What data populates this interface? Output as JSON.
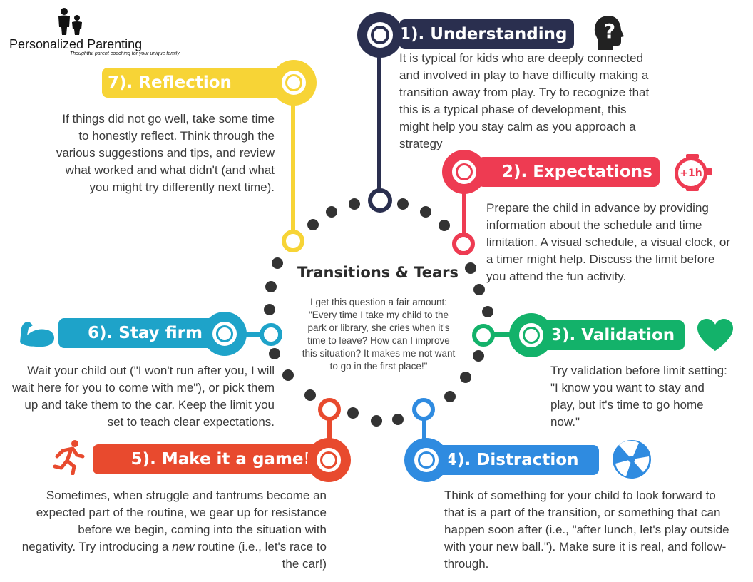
{
  "logo": {
    "title": "Personalized Parenting",
    "tagline": "Thoughtful parent coaching for your unique family",
    "icon": "family-icon"
  },
  "center": {
    "title": "Transitions & Tears",
    "question": "I get this question a fair amount:  \"Every time I take my child to the park or library, she cries when it's time to leave? How can I improve this situation? It makes me not want to go in the first place!\""
  },
  "steps": [
    {
      "label": "1). Understanding",
      "color": "#2a2f4f",
      "icon": "question-head-icon",
      "text": "It is typical for kids who are deeply connected and involved in play to have difficulty making a transition away from play. Try to recognize that this is a typical phase of development, this might help you stay calm as you approach a strategy"
    },
    {
      "label": "2). Expectations",
      "color": "#ee3b52",
      "icon": "stopwatch-plus-1h-icon",
      "icon_text": "+1h",
      "text": "Prepare the child in advance by providing information about the schedule and time limitation.  A visual schedule, a visual clock, or a timer might help. Discuss the limit before you attend the fun activity."
    },
    {
      "label": "3). Validation",
      "color": "#13b26a",
      "icon": "heart-icon",
      "text": "Try validation before limit setting: \"I know you want to stay and play, but it's time to go home now.\""
    },
    {
      "label": "4). Distraction",
      "color": "#2f8be0",
      "icon": "beach-ball-icon",
      "text": "Think of something for your child to look forward to that is a part of the transition, or something that can happen soon after (i.e., \"after lunch, let's play outside with your new ball.\").  Make sure it is real, and follow-through."
    },
    {
      "label": "5). Make it a game!",
      "color": "#e84a2e",
      "icon": "running-person-icon",
      "text_before": "Sometimes, when struggle and tantrums become an expected part of the routine, we gear up for resistance before we begin, coming into the situation with negativity.  Try introducing a ",
      "text_em": "new",
      "text_after": " routine (i.e., let's race to the car!)"
    },
    {
      "label": "6). Stay firm",
      "color": "#1ea3c9",
      "icon": "flexed-arm-icon",
      "text": "Wait your child out (\"I won't run after you, I will wait here for you to come with me\"), or pick them up and take them to the car. Keep the limit you set to teach clear expectations."
    },
    {
      "label": "7). Reflection",
      "color": "#f7d436",
      "icon": "target-icon",
      "text": "If things did not go well, take some time to honestly reflect.  Think through the various suggestions and tips, and review what worked and what didn't (and what you might try differently next time)."
    }
  ]
}
